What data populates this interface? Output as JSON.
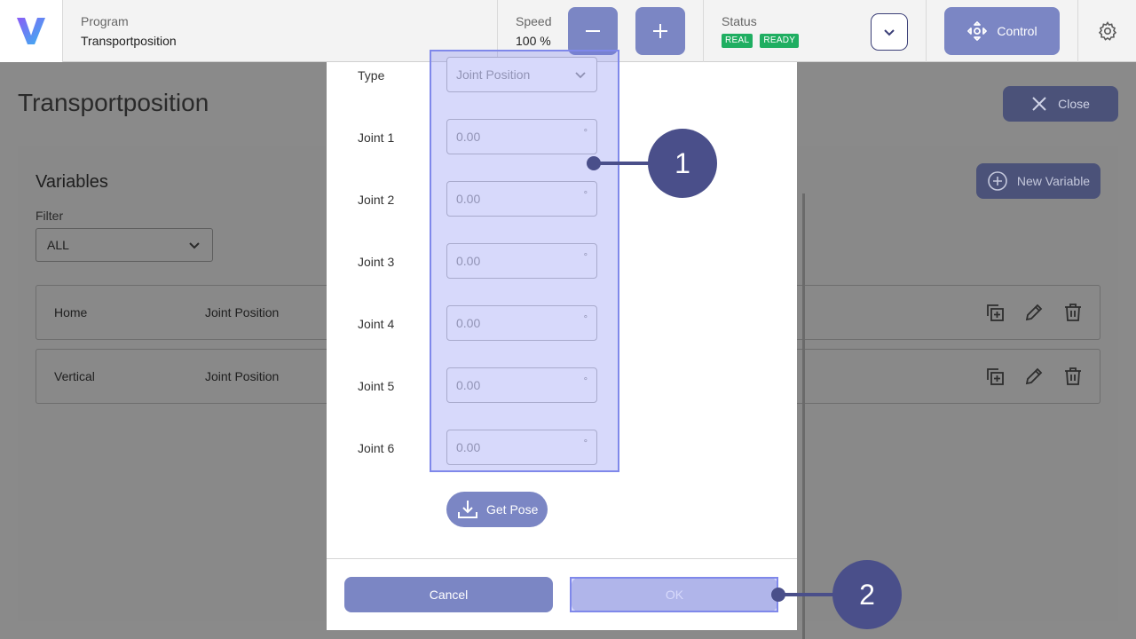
{
  "header": {
    "program_label": "Program",
    "program_value": "Transportposition",
    "speed_label": "Speed",
    "speed_value": "100 %",
    "status_label": "Status",
    "status_badges": [
      "REAL",
      "READY"
    ],
    "control_label": "Control"
  },
  "page": {
    "title": "Transportposition",
    "close_label": "Close",
    "panel_title": "Variables",
    "new_variable_label": "New Variable",
    "filter_label": "Filter",
    "filter_value": "ALL",
    "rows": [
      {
        "name": "Home",
        "type": "Joint Position"
      },
      {
        "name": "Vertical",
        "type": "Joint Position"
      }
    ]
  },
  "dialog": {
    "type_label": "Type",
    "type_value": "Joint Position",
    "joints": [
      {
        "label": "Joint 1",
        "placeholder": "0.00",
        "unit": "°"
      },
      {
        "label": "Joint 2",
        "placeholder": "0.00",
        "unit": "°"
      },
      {
        "label": "Joint 3",
        "placeholder": "0.00",
        "unit": "°"
      },
      {
        "label": "Joint 4",
        "placeholder": "0.00",
        "unit": "°"
      },
      {
        "label": "Joint 5",
        "placeholder": "0.00",
        "unit": "°"
      },
      {
        "label": "Joint 6",
        "placeholder": "0.00",
        "unit": "°"
      }
    ],
    "get_pose_label": "Get Pose",
    "cancel_label": "Cancel",
    "ok_label": "OK"
  },
  "callouts": [
    "1",
    "2"
  ],
  "colors": {
    "accent": "#7b86c4",
    "callout": "#4a4f8a",
    "status_ok": "#1fae61",
    "highlight": "#7f88ea"
  },
  "icons": {
    "logo": "v-logo-icon",
    "speed_down": "minus-icon",
    "speed_up": "plus-icon",
    "status_dropdown": "chevron-down-icon",
    "control": "move-arrows-icon",
    "settings": "gear-icon",
    "close": "close-icon",
    "new_variable": "plus-circle-icon",
    "duplicate": "duplicate-icon",
    "edit": "pencil-icon",
    "delete": "trash-icon",
    "get_pose": "download-icon"
  }
}
